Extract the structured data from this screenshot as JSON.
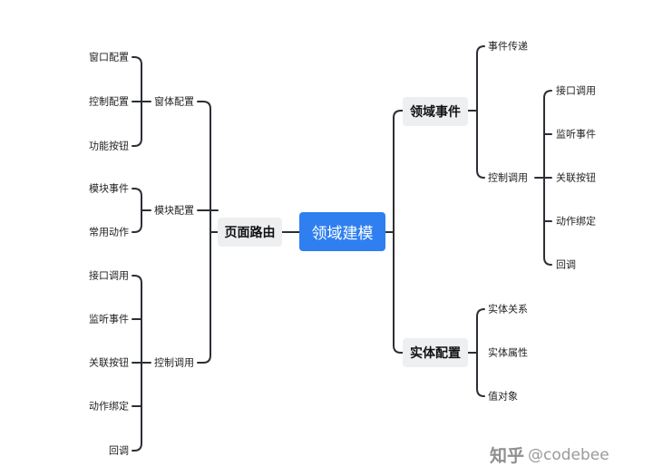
{
  "root": {
    "label": "领域建模"
  },
  "left": {
    "label": "页面路由",
    "groups": [
      {
        "label": "窗体配置",
        "items": [
          "窗口配置",
          "控制配置",
          "功能按钮"
        ]
      },
      {
        "label": "模块配置",
        "items": [
          "模块事件",
          "常用动作"
        ]
      },
      {
        "label": "控制调用",
        "items": [
          "接口调用",
          "监听事件",
          "关联按钮",
          "动作绑定",
          "回调"
        ]
      }
    ]
  },
  "right": [
    {
      "label": "领域事件",
      "children": [
        {
          "label": "事件传递",
          "items": []
        },
        {
          "label": "控制调用",
          "items": [
            "接口调用",
            "监听事件",
            "关联按钮",
            "动作绑定",
            "回调"
          ]
        }
      ]
    },
    {
      "label": "实体配置",
      "children": [
        {
          "label": "实体关系",
          "items": []
        },
        {
          "label": "实体属性",
          "items": []
        },
        {
          "label": "值对象",
          "items": []
        }
      ]
    }
  ],
  "watermark": {
    "mark": "知乎",
    "handle": "@codebee"
  },
  "colors": {
    "root": "#2f7ff0",
    "box": "#eeeff1",
    "line": "#2b2f36"
  }
}
